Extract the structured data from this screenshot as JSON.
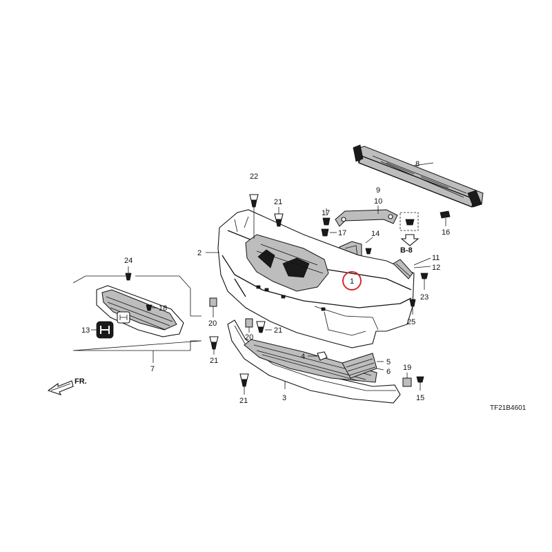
{
  "diagram_code": "TF21B4601",
  "front_arrow": "FR.",
  "reference": "B-8",
  "callouts": {
    "c1": "1",
    "c2": "2",
    "c3": "3",
    "c4": "4",
    "c5": "5",
    "c6": "6",
    "c7": "7",
    "c8": "8",
    "c9": "9",
    "c10": "10",
    "c11": "11",
    "c12": "12",
    "c13": "13",
    "c14": "14",
    "c15": "15",
    "c16": "16",
    "c17a": "17",
    "c17b": "17",
    "c18": "18",
    "c19": "19",
    "c20a": "20",
    "c20b": "20",
    "c21a": "21",
    "c21b": "21",
    "c21c": "21",
    "c21d": "21",
    "c22": "22",
    "c23": "23",
    "c24": "24",
    "c25": "25"
  },
  "highlight": {
    "part": "1",
    "color": "#d62a2a"
  }
}
